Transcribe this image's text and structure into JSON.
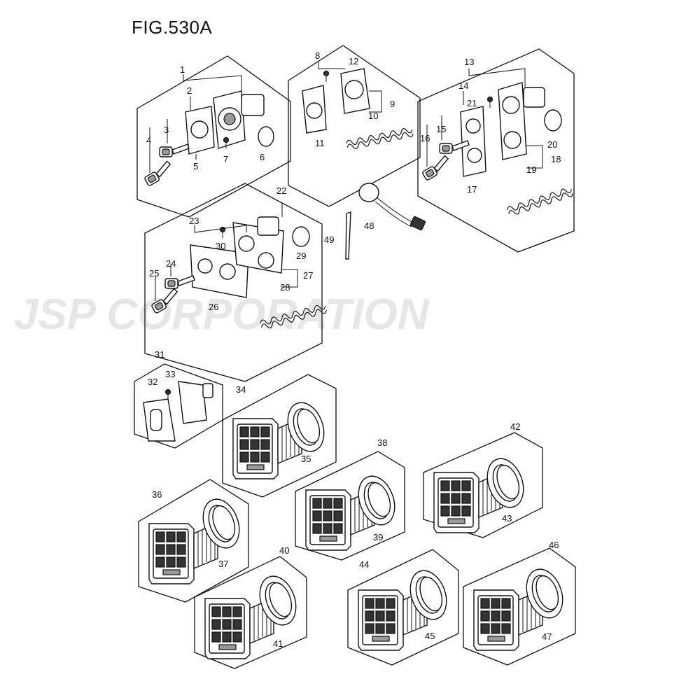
{
  "figure": {
    "title": "FIG.530A",
    "watermark": "JSP CORPORATION"
  },
  "callouts": {
    "c1": "1",
    "c2": "2",
    "c3": "3",
    "c4": "4",
    "c5": "5",
    "c6": "6",
    "c7": "7",
    "c8": "8",
    "c9": "9",
    "c10": "10",
    "c11": "11",
    "c12": "12",
    "c13": "13",
    "c14": "14",
    "c15": "15",
    "c16": "16",
    "c17": "17",
    "c18": "18",
    "c19": "19",
    "c20": "20",
    "c21": "21",
    "c22": "22",
    "c23": "23",
    "c24": "24",
    "c25": "25",
    "c26": "26",
    "c27": "27",
    "c28": "28",
    "c29": "29",
    "c30": "30",
    "c31": "31",
    "c32": "32",
    "c33": "33",
    "c34": "34",
    "c35": "35",
    "c36": "36",
    "c37": "37",
    "c38": "38",
    "c39": "39",
    "c40": "40",
    "c41": "41",
    "c42": "42",
    "c43": "43",
    "c44": "44",
    "c45": "45",
    "c46": "46",
    "c47": "47",
    "c48": "48",
    "c49": "49"
  }
}
